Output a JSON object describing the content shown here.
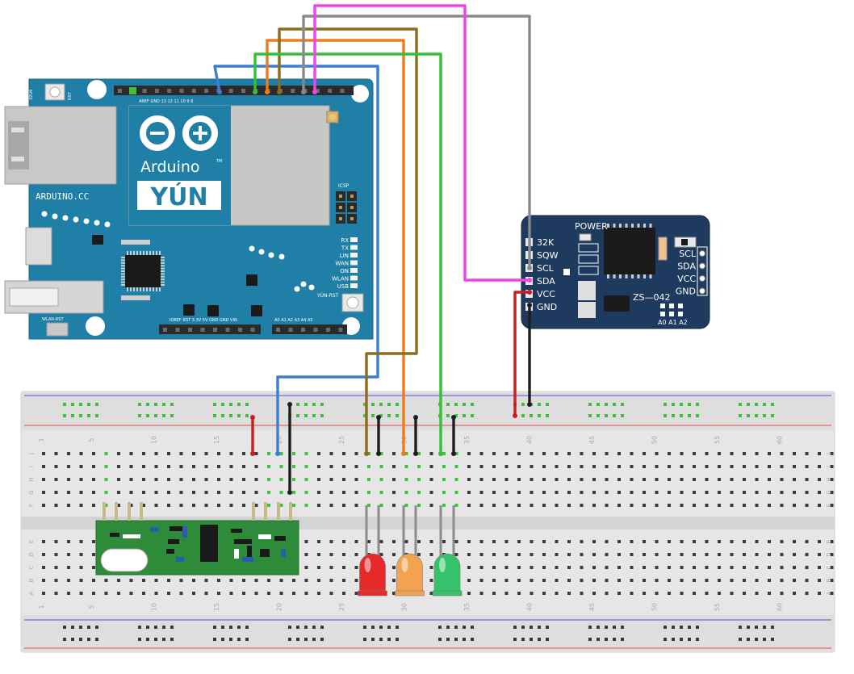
{
  "arduino": {
    "logo_text": "Arduino",
    "tm": "TM",
    "model": "YÚN",
    "site": "ARDUINO.CC",
    "icsp": "ICSP",
    "reset_32u4": "32U4",
    "rst": "RST",
    "yun_rst": "YÚN-RST",
    "wlan_rst": "WLAN-RST",
    "header_top_left": "AREF GND 13  12  11  10  9  8",
    "header_bottom_left": "IOREF RST 3.3V 5V GND GND VIN",
    "header_bottom_right": "A0  A1  A2  A3  A4  A5",
    "led_labels": [
      "RX",
      "TX",
      "LIN",
      "WAN",
      "ON",
      "WLAN",
      "USB"
    ]
  },
  "rtc": {
    "power": "POWER",
    "model": "ZS—042",
    "pins_left": [
      "32K",
      "SQW",
      "SCL",
      "SDA",
      "VCC",
      "GND"
    ],
    "pins_right": [
      "SCL",
      "SDA",
      "VCC",
      "GND"
    ],
    "addr": "A0 A1 A2"
  },
  "breadboard": {
    "col_numbers": [
      "1",
      "5",
      "10",
      "15",
      "20",
      "25",
      "30",
      "35",
      "40",
      "45",
      "50",
      "55",
      "60"
    ],
    "row_letters_top": [
      "J",
      "I",
      "H",
      "G",
      "F"
    ],
    "row_letters_bottom": [
      "E",
      "D",
      "C",
      "B",
      "A"
    ]
  },
  "colors": {
    "arduino_board": "#1f7fa6",
    "rtc_board": "#1e3a5f",
    "breadboard": "#e6e6e6",
    "wire_blue": "#3b7fd0",
    "wire_orange": "#ee7a1c",
    "wire_brown": "#8a6d1e",
    "wire_green": "#33c233",
    "wire_gray": "#8a8a8a",
    "wire_magenta": "#ee44ee",
    "wire_red": "#c81e1e",
    "wire_black": "#1e1e1e",
    "led_red": "#e62a2a",
    "led_orange": "#f3a252",
    "led_green": "#36c26a",
    "rf_module": "#2e8b3a"
  }
}
